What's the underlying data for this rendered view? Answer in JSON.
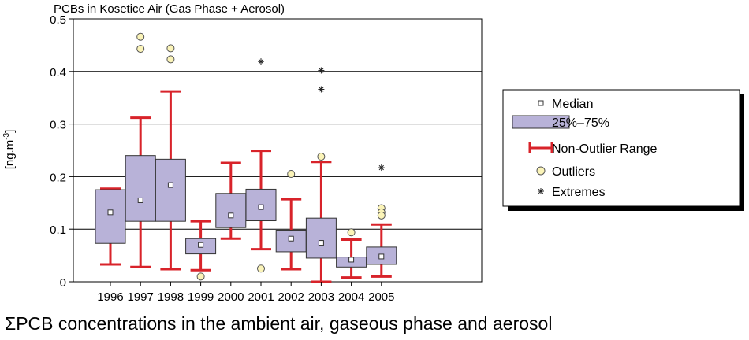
{
  "chart_data": {
    "type": "box",
    "title": "PCBs in Kosetice Air (Gas Phase + Aerosol)",
    "xlabel": "",
    "ylabel": "[ng.m-3]",
    "ylim": [
      0,
      0.5
    ],
    "yticks": [
      "0",
      "0.1",
      "0.2",
      "0.3",
      "0.4",
      "0.5"
    ],
    "grid": true,
    "legend_position": "right",
    "categories": [
      "1996",
      "1997",
      "1998",
      "1999",
      "2000",
      "2001",
      "2002",
      "2003",
      "2004",
      "2005"
    ],
    "boxes": [
      {
        "year": "1996",
        "min": 0.033,
        "q1": 0.073,
        "median": 0.132,
        "q3": 0.175,
        "max": 0.177,
        "outliers": [],
        "extremes": []
      },
      {
        "year": "1997",
        "min": 0.028,
        "q1": 0.115,
        "median": 0.155,
        "q3": 0.24,
        "max": 0.312,
        "outliers": [
          0.466,
          0.443
        ],
        "extremes": []
      },
      {
        "year": "1998",
        "min": 0.024,
        "q1": 0.115,
        "median": 0.184,
        "q3": 0.233,
        "max": 0.362,
        "outliers": [
          0.444,
          0.423
        ],
        "extremes": []
      },
      {
        "year": "1999",
        "min": 0.022,
        "q1": 0.053,
        "median": 0.07,
        "q3": 0.082,
        "max": 0.115,
        "outliers": [
          0.01
        ],
        "extremes": []
      },
      {
        "year": "2000",
        "min": 0.082,
        "q1": 0.103,
        "median": 0.126,
        "q3": 0.168,
        "max": 0.226,
        "outliers": [],
        "extremes": []
      },
      {
        "year": "2001",
        "min": 0.062,
        "q1": 0.116,
        "median": 0.142,
        "q3": 0.176,
        "max": 0.249,
        "outliers": [
          0.025
        ],
        "extremes": [
          0.419
        ]
      },
      {
        "year": "2002",
        "min": 0.024,
        "q1": 0.057,
        "median": 0.082,
        "q3": 0.098,
        "max": 0.157,
        "outliers": [
          0.205
        ],
        "extremes": []
      },
      {
        "year": "2003",
        "min": 0.0,
        "q1": 0.045,
        "median": 0.074,
        "q3": 0.121,
        "max": 0.228,
        "outliers": [
          0.238
        ],
        "extremes": [
          0.402,
          0.366
        ]
      },
      {
        "year": "2004",
        "min": 0.008,
        "q1": 0.028,
        "median": 0.042,
        "q3": 0.047,
        "max": 0.08,
        "outliers": [
          0.094
        ],
        "extremes": []
      },
      {
        "year": "2005",
        "min": 0.01,
        "q1": 0.033,
        "median": 0.048,
        "q3": 0.066,
        "max": 0.109,
        "outliers": [
          0.14,
          0.132,
          0.126
        ],
        "extremes": [
          0.217
        ]
      }
    ],
    "legend": [
      {
        "key": "median",
        "label": "Median"
      },
      {
        "key": "box",
        "label": "25%–75%"
      },
      {
        "key": "range",
        "label": "Non-Outlier Range"
      },
      {
        "key": "outlier",
        "label": "Outliers"
      },
      {
        "key": "extreme",
        "label": "Extremes"
      }
    ],
    "colors": {
      "box_fill": "#b8b2d8",
      "whisker": "#d8232a",
      "outlier_fill": "#fbf4b8",
      "grid": "#000000"
    }
  },
  "caption": "ΣPCB concentrations in the ambient air, gaseous phase and aerosol"
}
